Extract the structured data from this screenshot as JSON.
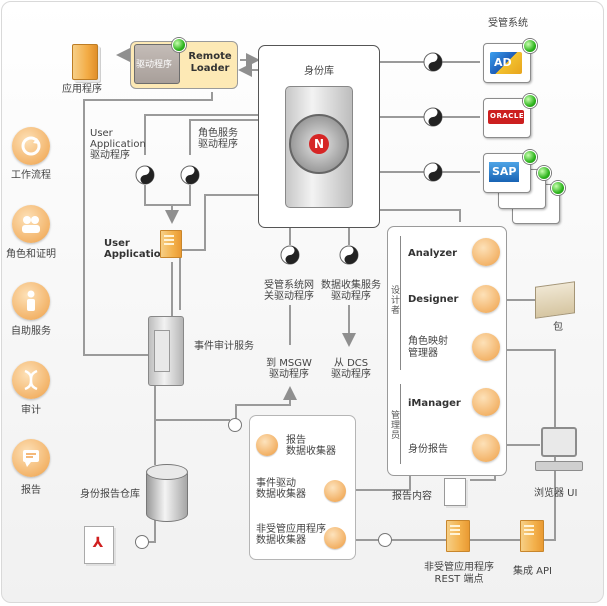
{
  "apps_label": "应用程序",
  "remote_loader": {
    "line1": "Remote",
    "line2": "Loader",
    "driver_label": "驱动程序"
  },
  "identity_vault": "身份库",
  "managed_systems": {
    "title": "受管系统",
    "ad_label": "AD",
    "oracle_label": "ORACLE",
    "sap_label": "SAP"
  },
  "user_app_driver": {
    "line1": "User",
    "line2": "Application",
    "line3": "驱动程序"
  },
  "role_driver": {
    "line1": "角色服务",
    "line2": "驱动程序"
  },
  "user_app": {
    "line1": "User",
    "line2": "Application"
  },
  "msgw_driver": {
    "line1": "受管系统网",
    "line2": "关驱动程序"
  },
  "dcs_driver": {
    "line1": "数据收集服务",
    "line2": "驱动程序"
  },
  "to_msgw": {
    "line1": "到 MSGW",
    "line2": "驱动程序"
  },
  "from_dcs": {
    "line1": "从 DCS",
    "line2": "驱动程序"
  },
  "audit_service": "事件审计服务",
  "reporting_repository": "身份报告仓库",
  "collectors": {
    "report": {
      "line1": "报告",
      "line2": "数据收集器"
    },
    "event": {
      "line1": "事件驱动",
      "line2": "数据收集器"
    },
    "unmanaged": {
      "line1": "非受管应用程序",
      "line2": "数据收集器"
    }
  },
  "designer_group": "设计者",
  "admin_group": "管理员",
  "tools": [
    "Analyzer",
    "Designer",
    "角色映射",
    "管理器",
    "iManager",
    "身份报告"
  ],
  "package_label": "包",
  "browser_ui": "浏览器 UI",
  "report_content": "报告内容",
  "rest_endpoint": {
    "line1": "非受管应用程序",
    "line2": "REST 端点"
  },
  "integration_api": "集成 API",
  "sidebar": [
    "工作流程",
    "角色和证明",
    "自助服务",
    "审计",
    "报告"
  ],
  "colors": {
    "accent_orange": "#f3b46a",
    "led_green": "#2fb51e",
    "line_gray": "#8f8f8f",
    "remote_loader_bg": "#fde9b5"
  }
}
